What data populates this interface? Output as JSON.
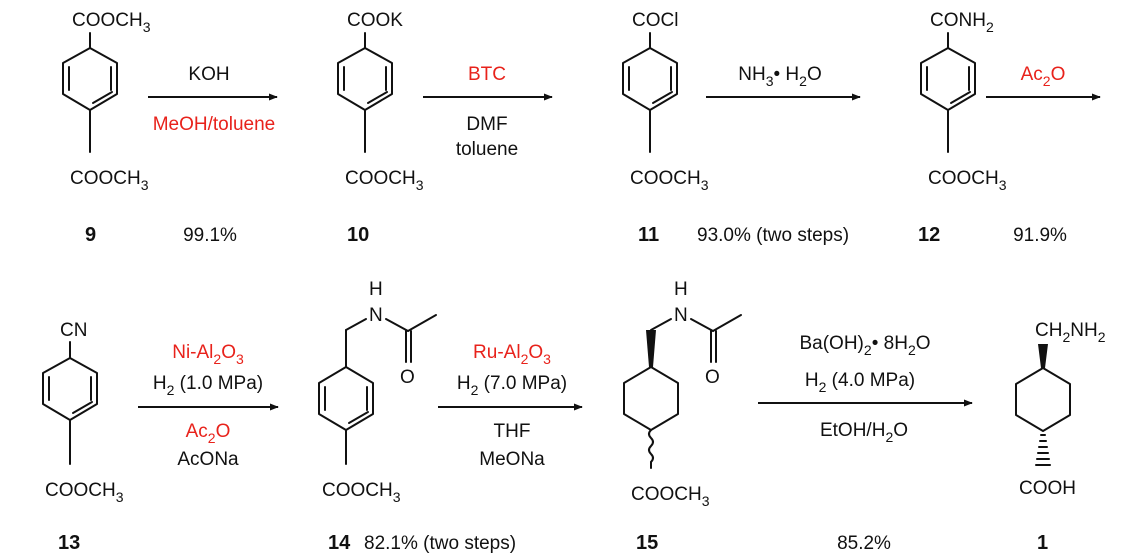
{
  "colors": {
    "text": "#111111",
    "highlight": "#e8221b"
  },
  "compounds": {
    "c9": {
      "id": "9",
      "top": "COOCH3",
      "bottom": "COOCH3"
    },
    "c10": {
      "id": "10",
      "top": "COOK",
      "bottom": "COOCH3"
    },
    "c11": {
      "id": "11",
      "top": "COCl",
      "bottom": "COOCH3"
    },
    "c12": {
      "id": "12",
      "top": "CONH2",
      "bottom": "COOCH3"
    },
    "c13": {
      "id": "13",
      "top": "CN",
      "bottom": "COOCH3"
    },
    "c14": {
      "id": "14",
      "nh": "H",
      "n": "N",
      "o": "O",
      "bottom": "COOCH3"
    },
    "c15": {
      "id": "15",
      "nh": "H",
      "n": "N",
      "o": "O",
      "bottom": "COOCH3"
    },
    "c1": {
      "id": "1",
      "top": "CH2NH2",
      "bottom": "COOH"
    }
  },
  "steps": {
    "s1": {
      "above": "KOH",
      "below": "MeOH/toluene",
      "yield": "99.1%"
    },
    "s2": {
      "above": "BTC",
      "below1": "DMF",
      "below2": "toluene"
    },
    "s3": {
      "above": "NH3• H2O",
      "yield": "93.0% (two steps)"
    },
    "s4": {
      "above": "Ac2O",
      "yield": "91.9%"
    },
    "s5": {
      "above1": "Ni-Al2O3",
      "above2": "H2 (1.0 MPa)",
      "below1": "Ac2O",
      "below2": "AcONa"
    },
    "s6": {
      "above1": "Ru-Al2O3",
      "above2": "H2 (7.0 MPa)",
      "below1": "THF",
      "below2": "MeONa",
      "yield": "82.1% (two steps)"
    },
    "s7": {
      "above1": "Ba(OH)2• 8H2O",
      "above2": "H2 (4.0 MPa)",
      "below": "EtOH/H2O",
      "yield": "85.2%"
    }
  }
}
